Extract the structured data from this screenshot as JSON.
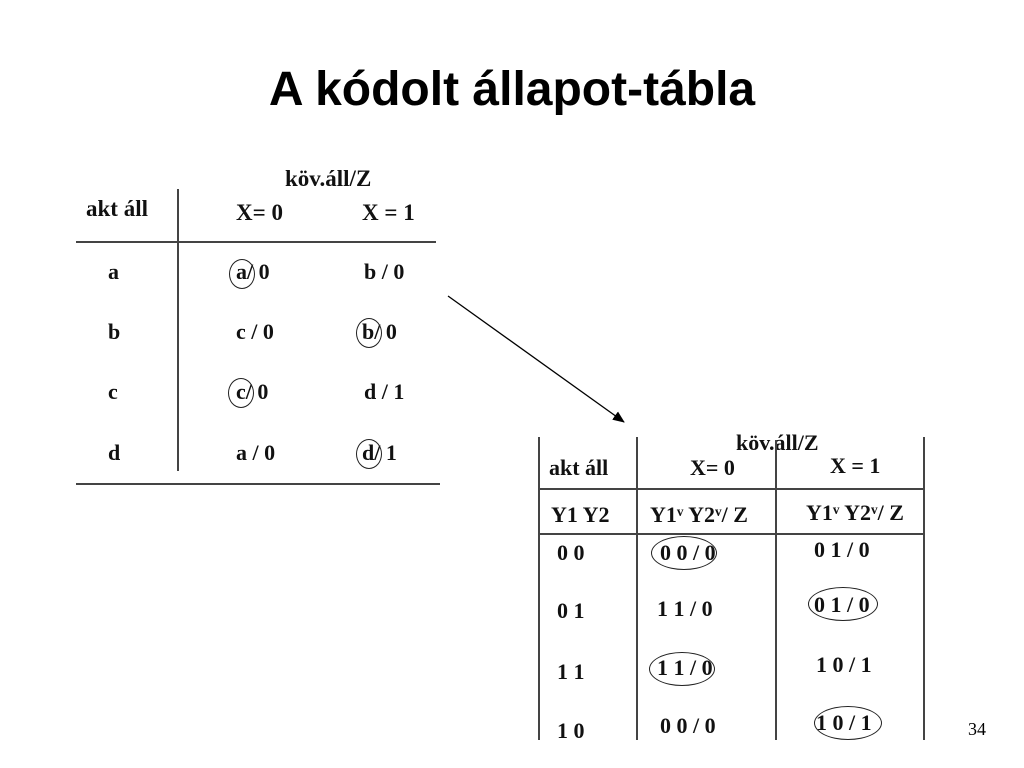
{
  "slide": {
    "title": "A kódolt állapot-tábla",
    "page_number": "34"
  },
  "table1": {
    "header_group": "köv.áll/Z",
    "col_state": "akt áll",
    "col_x0": "X= 0",
    "col_x1": "X = 1",
    "rows": [
      {
        "state": "a",
        "x0": "a/ 0",
        "x1": "b / 0"
      },
      {
        "state": "b",
        "x0": "c / 0",
        "x1": "b/ 0"
      },
      {
        "state": "c",
        "x0": "c/ 0",
        "x1": "d / 1"
      },
      {
        "state": "d",
        "x0": "a / 0",
        "x1": "d/ 1"
      }
    ]
  },
  "table2": {
    "header_group": "köv.áll/Z",
    "col_state": "akt áll",
    "col_x0": "X= 0",
    "col_x1": "X = 1",
    "sub_state": "Y1  Y2",
    "sub_x0": "Y1ᵛ Y2ᵛ/ Z",
    "sub_x1": "Y1ᵛ Y2ᵛ/ Z",
    "rows": [
      {
        "state": "0    0",
        "x0": "0     0  / 0",
        "x1": "0    1   / 0"
      },
      {
        "state": "0    1",
        "x0": "1     1  / 0",
        "x1": "0    1   / 0"
      },
      {
        "state": "1    1",
        "x0": "1     1  / 0",
        "x1": "1     0   / 1"
      },
      {
        "state": "1    0",
        "x0": "0     0  / 0",
        "x1": "1     0   / 1"
      }
    ]
  }
}
